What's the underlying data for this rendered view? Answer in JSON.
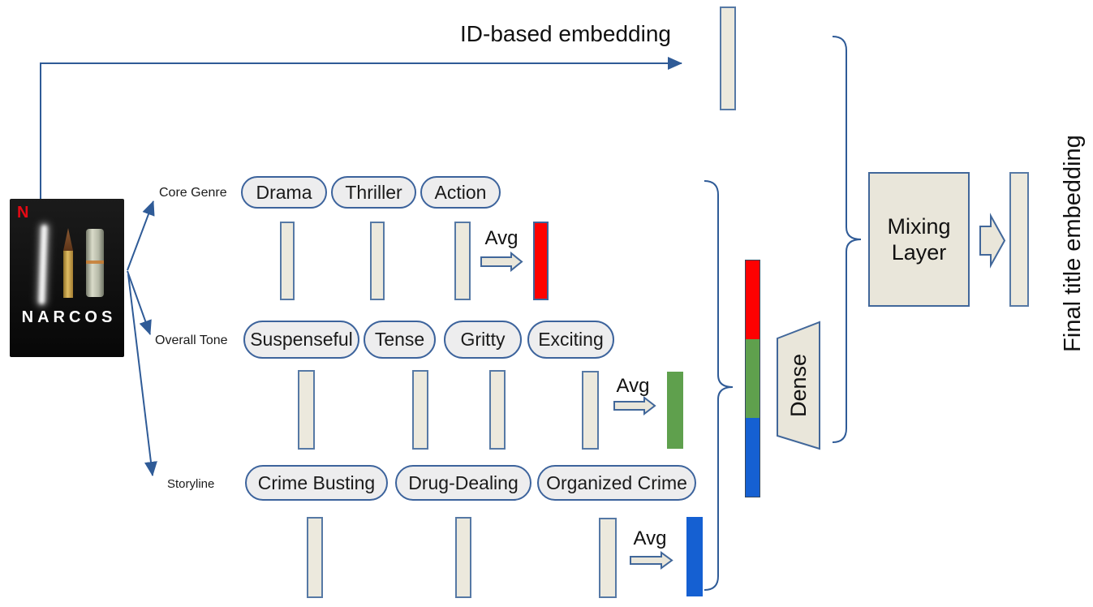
{
  "poster": {
    "brand_letter": "N",
    "title": "NARCOS"
  },
  "id_embedding_label": "ID-based embedding",
  "final_embedding_label": "Final title embedding",
  "dense_label": "Dense",
  "mixing_layer_label": "Mixing Layer",
  "rows": [
    {
      "category": "Core Genre",
      "tags": [
        "Drama",
        "Thriller",
        "Action"
      ],
      "avg": "Avg",
      "avg_color": "#fe0101"
    },
    {
      "category": "Overall Tone",
      "tags": [
        "Suspenseful",
        "Tense",
        "Gritty",
        "Exciting"
      ],
      "avg": "Avg",
      "avg_color": "#5fa04d"
    },
    {
      "category": "Storyline",
      "tags": [
        "Crime Busting",
        "Drug-Dealing",
        "Organized Crime"
      ],
      "avg": "Avg",
      "avg_color": "#1560d2"
    }
  ],
  "concat_bar_segments": [
    "#fe0101",
    "#5fa04d",
    "#1560d2"
  ],
  "colors": {
    "diagram_line": "#2f5b97",
    "bar_fill": "#ece9dd",
    "shape_fill": "#e9e6da",
    "pill_fill": "#ededee",
    "red": "#fe0101",
    "green": "#5fa04d",
    "blue": "#1560d2",
    "netflix_red": "#e50914"
  }
}
